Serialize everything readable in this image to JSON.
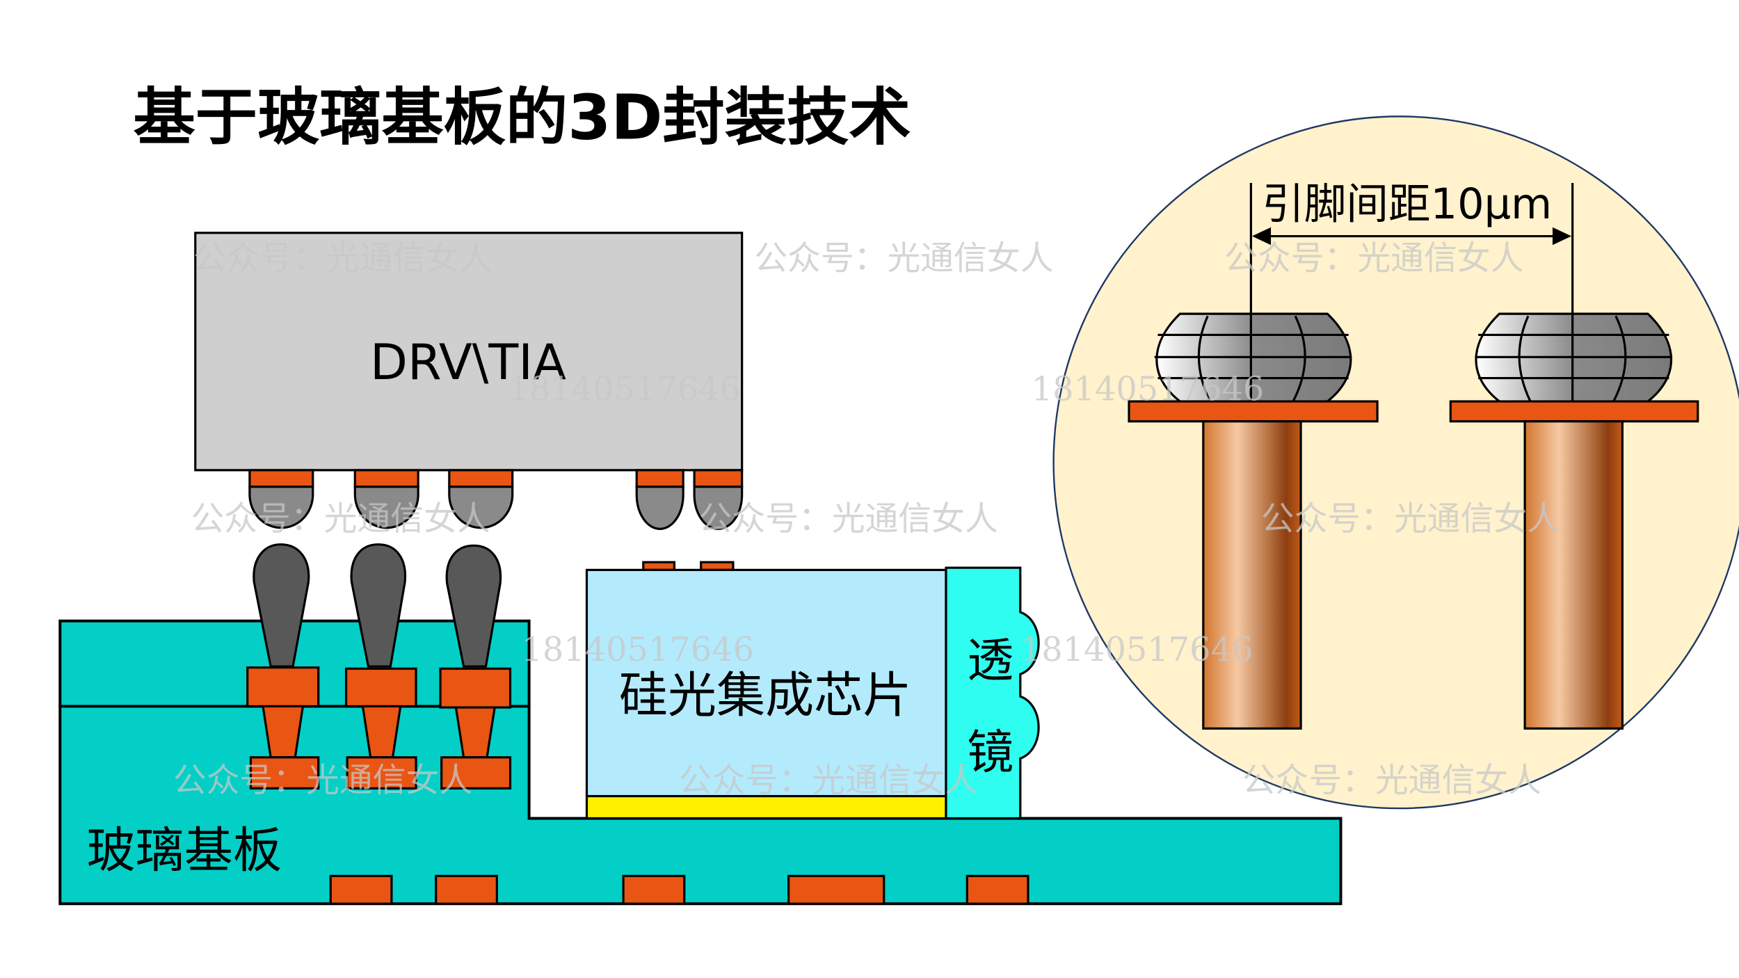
{
  "title": "基于玻璃基板的3D封装技术",
  "labels": {
    "driver_chip": "DRV\\TIA",
    "silicon_photonic_chip": "硅光集成芯片",
    "lens_char_1": "透",
    "lens_char_2": "镜",
    "glass_substrate": "玻璃基板",
    "pitch": "引脚间距10μm"
  },
  "watermarks": {
    "account": "公众号：光通信女人",
    "number": "18140517646"
  },
  "colors": {
    "substrate": "#03cfc6",
    "copper_pad": "#e95513",
    "driver_chip": "#d0cfd0",
    "photonic_chip": "#b3ebfd",
    "lens": "#2efdf0",
    "adhesive": "#fff000",
    "zoom_circle": "#fff2cc",
    "bump_dark": "#595859",
    "bump_gray": "#8a8a8a"
  }
}
